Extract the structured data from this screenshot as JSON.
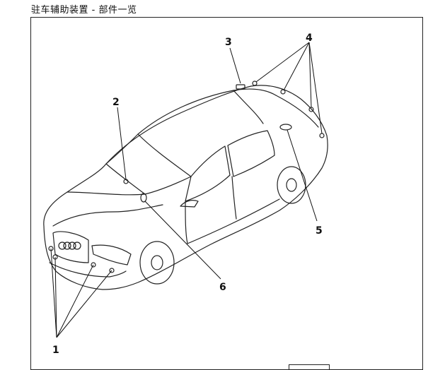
{
  "page": {
    "title": "驻车辅助装置 - 部件一览"
  },
  "diagram": {
    "callouts": [
      "1",
      "2",
      "3",
      "4",
      "5",
      "6"
    ]
  }
}
